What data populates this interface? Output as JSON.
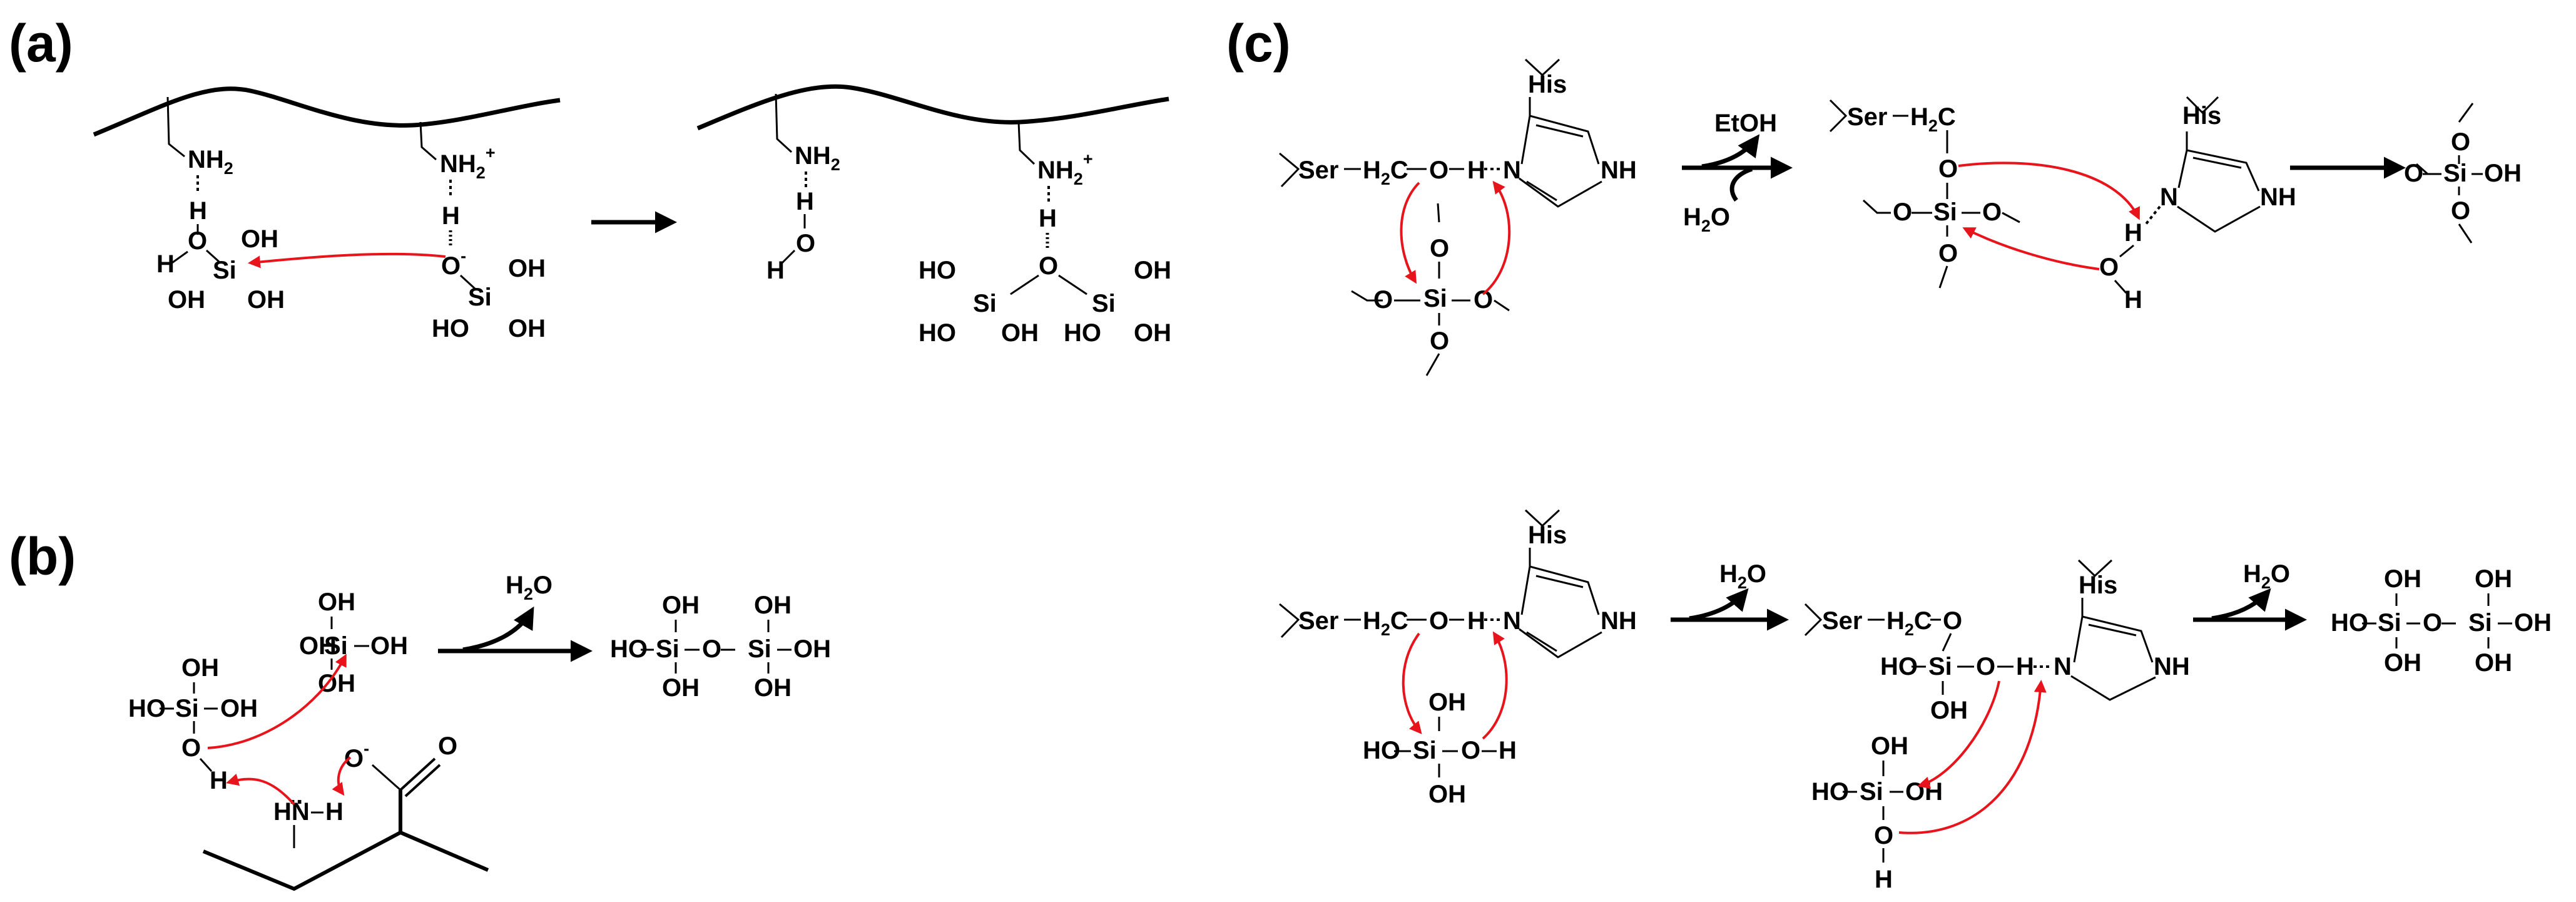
{
  "colors": {
    "arrow_red": "#e8141c",
    "ink": "#000000",
    "background": "#ffffff"
  },
  "panels": {
    "a": {
      "label": "(a)"
    },
    "b": {
      "label": "(b)",
      "byproduct": "H2O"
    },
    "c": {
      "label": "(c)",
      "top_byproduct": "EtOH",
      "top_reagent": "H2O",
      "bottom_byproduct_1": "H2O",
      "bottom_byproduct_2": "H2O"
    }
  },
  "atoms": {
    "NH2": "NH",
    "NH2_sub": "2",
    "NH2plus_sup": "+",
    "H": "H",
    "O": "O",
    "Ominus_sup": "-",
    "Si": "Si",
    "OH": "OH",
    "HO": "HO",
    "N": "N",
    "NH": "NH",
    "HN": "HN",
    "His": "His",
    "Ser": "Ser",
    "H2C_H": "H",
    "H2C_sub": "2",
    "H2C_C": "C",
    "H2O_sub": "2"
  }
}
